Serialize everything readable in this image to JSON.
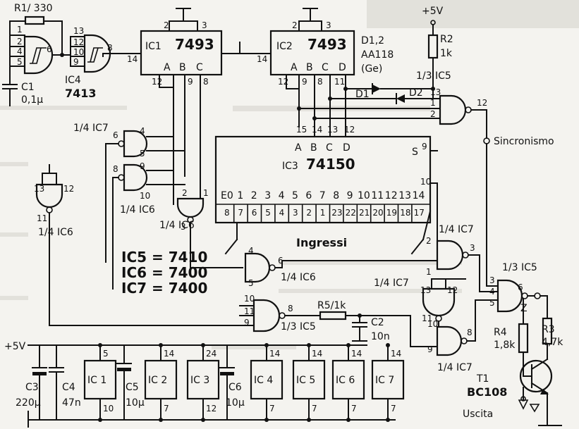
{
  "colors": {
    "ink": "#111111",
    "paper": "#f4f3ef",
    "bleed": "#c9c7c0"
  },
  "title": "",
  "components": {
    "r1": "R1/ 330",
    "c1": "C1",
    "c1_val": "0,1µ",
    "ic4": "IC4",
    "ic4_type": "7413",
    "ic1": "IC1",
    "ic1_type": "7493",
    "ic2": "IC2",
    "ic2_type": "7493",
    "d12": "D1,2",
    "d12_type": "AA118",
    "d12_note": "(Ge)",
    "d1": "D1",
    "d2": "D2",
    "supply_top": "+5V",
    "r2": "R2",
    "r2_val": "1k",
    "ic5_third": "1/3 IC5",
    "ic3": "IC3",
    "ic3_type": "74150",
    "ic7_q1": "1/4 IC7",
    "ic7_q2": "1/4 IC7",
    "ic7_q3": "1/4 IC7",
    "ic7_q4": "1/4 IC7",
    "ic6_q1": "1/4 IC6",
    "ic6_q2": "1/4 IC6",
    "ic6_q3": "1/4 IC6",
    "ic6_q4": "1/4 IC6",
    "ic5_q2": "1/3 IC5",
    "ic5_q3": "1/3 IC5",
    "sincronismo": "Sincronismo",
    "ingressi": "Ingressi",
    "r5": "R5/1k",
    "c2": "C2",
    "c2_val": "10n",
    "r4": "R4",
    "r4_val": "1,8k",
    "r3": "R3",
    "r3_val": "4,7k",
    "z": "Z",
    "t1": "T1",
    "t1_type": "BC108",
    "uscita": "Uscita",
    "legend": [
      "IC5 = 7410",
      "IC6 = 7400",
      "IC7 = 7400"
    ],
    "supply_bottom": "+5V",
    "c3": "C3",
    "c3_val": "220µ",
    "c4": "C4",
    "c4_val": "47n",
    "c5": "C5",
    "c5_val": "10µ",
    "c6": "C6",
    "c6_val": "10µ",
    "ps_ics": [
      "IC 1",
      "IC 2",
      "IC 3",
      "IC 4",
      "IC 5",
      "IC 6",
      "IC 7"
    ]
  },
  "ic1_pins": {
    "a": "A",
    "b": "B",
    "c": "C",
    "p2": "2",
    "p3": "3",
    "p14": "14",
    "p12": "12",
    "p9": "9",
    "p8": "8"
  },
  "ic2_pins": {
    "a": "A",
    "b": "B",
    "c": "C",
    "d": "D",
    "p2": "2",
    "p3": "3",
    "p14": "14",
    "p12": "12",
    "p9": "9",
    "p8": "8",
    "p11": "11"
  },
  "ic3_inputs": [
    "E0",
    "1",
    "2",
    "3",
    "4",
    "5",
    "6",
    "7",
    "8",
    "9",
    "10",
    "11",
    "12",
    "13",
    "14"
  ],
  "ic3_pins": [
    "8",
    "7",
    "6",
    "5",
    "4",
    "3",
    "2",
    "1",
    "23",
    "22",
    "21",
    "20",
    "19",
    "18",
    "17"
  ],
  "ic3_sel": {
    "a": "A",
    "b": "B",
    "c": "C",
    "d": "D",
    "s": "S",
    "p15": "15",
    "p14": "14",
    "p13": "13",
    "p12": "12",
    "p9": "9",
    "p10": "10"
  },
  "ps_top_pins": [
    "5",
    "14",
    "24",
    "14",
    "14",
    "14",
    "14"
  ],
  "ps_bot_pins": [
    "10",
    "7",
    "12",
    "7",
    "7",
    "7",
    "7"
  ],
  "gate_pins": {
    "ic4_in": [
      "1",
      "2",
      "4",
      "5"
    ],
    "ic4_out": "6",
    "ic4b_in": [
      "13",
      "12",
      "10",
      "9"
    ],
    "ic4b_out": "8",
    "ic7a": [
      "6",
      "4",
      "5"
    ],
    "ic6a": [
      "8",
      "9",
      "10"
    ],
    "ic6b": [
      "13",
      "12",
      "11"
    ],
    "ic6c": [
      "3",
      "2",
      "1"
    ],
    "ic5a": [
      "1",
      "2",
      "13",
      "12"
    ],
    "ic6d": [
      "6",
      "4",
      "5"
    ],
    "ic5b": [
      "10",
      "11",
      "9",
      "8"
    ],
    "ic7b": [
      "3",
      "2",
      "1"
    ],
    "ic7c": [
      "11",
      "13",
      "12"
    ],
    "ic7d": [
      "8",
      "10",
      "9"
    ],
    "ic5c": [
      "3",
      "4",
      "5",
      "6"
    ]
  }
}
